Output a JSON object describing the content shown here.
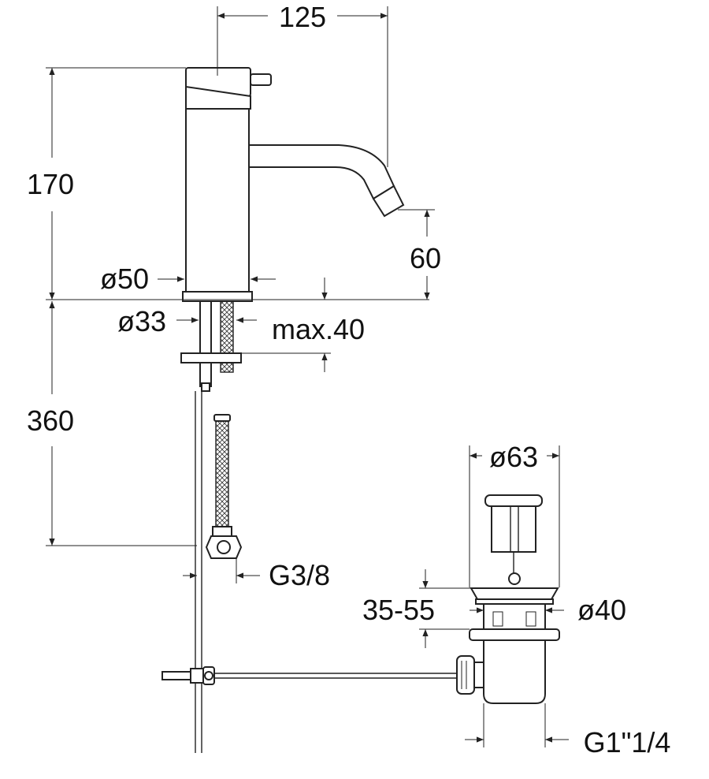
{
  "dimensions": {
    "width_top": "125",
    "height_upper": "170",
    "height_spout": "60",
    "diameter_body": "ø50",
    "diameter_shank": "ø33",
    "max_thickness": "max.40",
    "height_lower": "360",
    "connection_hose": "G3/8",
    "diameter_plug": "ø63",
    "range_waste": "35-55",
    "diameter_waste": "ø40",
    "connection_waste": "G1\"1/4"
  }
}
